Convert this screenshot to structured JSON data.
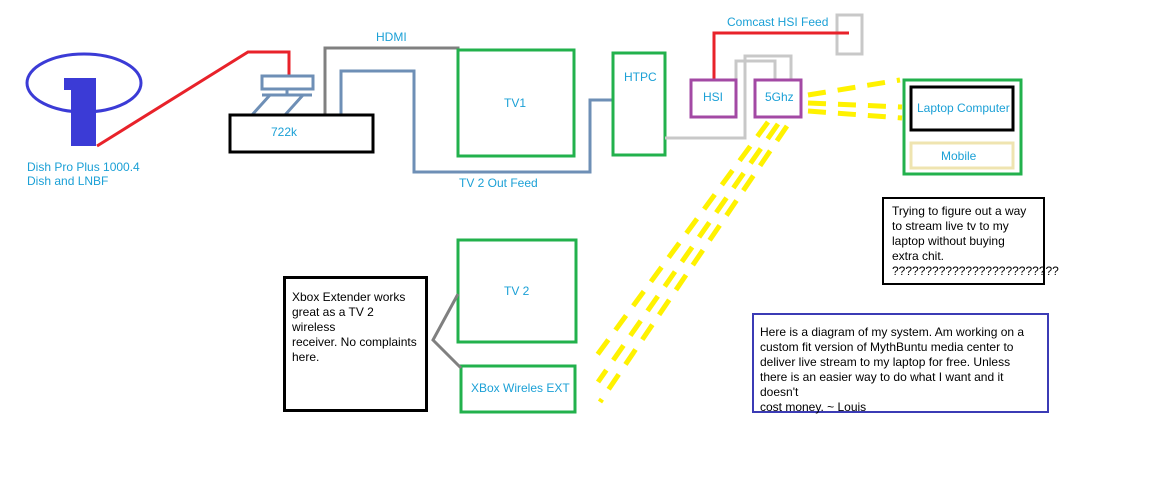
{
  "labels": {
    "dish": "Dish Pro Plus 1000.4",
    "dish_sub": "Dish and LNBF",
    "receiver": "722k",
    "hdmi": "HDMI",
    "tv1": "TV1",
    "tv2_out": "TV 2 Out Feed",
    "htpc": "HTPC",
    "comcast": "Comcast HSI Feed",
    "hsi": "HSI",
    "wifi": "5Ghz",
    "laptop": "Laptop Computer",
    "mobile": "Mobile",
    "tv2": "TV 2",
    "xbox_ext": "XBox Wireles EXT"
  },
  "notes": {
    "xbox": "Xbox Extender works\ngreat as a TV 2 wireless\nreceiver.  No complaints\nhere.",
    "stream": "Trying to figure out a way\nto stream live tv to my\nlaptop without buying\nextra chit.\n?????????????????????????",
    "diagram": "Here is a diagram of my system.  Am working on a\ncustom fit version of MythBuntu media center to\ndeliver live stream to my laptop for free.  Unless\nthere is an easier way to do what I want and it doesn't\ncost money.  ~ Louis"
  },
  "colors": {
    "label_text": "#1ba0d6",
    "dish": "#3b3bd6",
    "red_cable": "#e8222a",
    "blue_cable": "#6e8fb6",
    "gray_cable": "#808080",
    "light_gray": "#c8c8c8",
    "green_box": "#22b14c",
    "purple_box": "#a349a4",
    "wifi_beam": "#fff200",
    "mobile_border": "#efe4b0",
    "note_border_blue": "#3b3bb5"
  }
}
